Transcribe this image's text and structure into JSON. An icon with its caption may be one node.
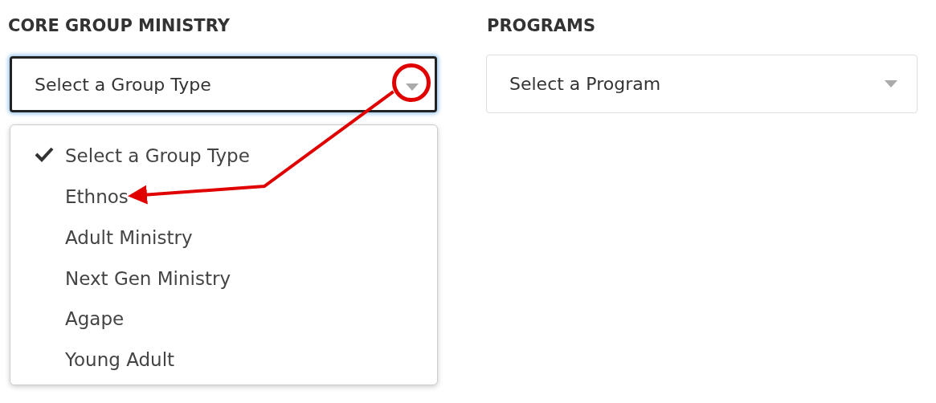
{
  "diagram": {
    "nodes": [
      {
        "text": [
          "Select a Group Type"
        ]
      },
      {
        "text": [],
        "shape": "circle",
        "in": 0
      },
      {
        "text": [
          "Select a Program"
        ]
      },
      {
        "text": [],
        "shape": "box"
      },
      {
        "text": [
          "Select a Group Type"
        ],
        "in": 3
      },
      {
        "text": [
          "Ethnos"
        ],
        "in": 3
      },
      {
        "text": [
          "Adult Ministry"
        ],
        "in": 3
      },
      {
        "text": [
          "Next Gen Ministry"
        ],
        "in": 3
      },
      {
        "text": [
          "Agape"
        ],
        "in": 3
      },
      {
        "text": [
          "Young Adult"
        ],
        "in": 3
      }
    ],
    "edges": [
      {
        "from": 1,
        "to": 5,
        "arrow": "to",
        "color": "#e00000"
      }
    ],
    "labels": [
      "CORE GROUP MINISTRY",
      "PROGRAMS"
    ]
  }
}
